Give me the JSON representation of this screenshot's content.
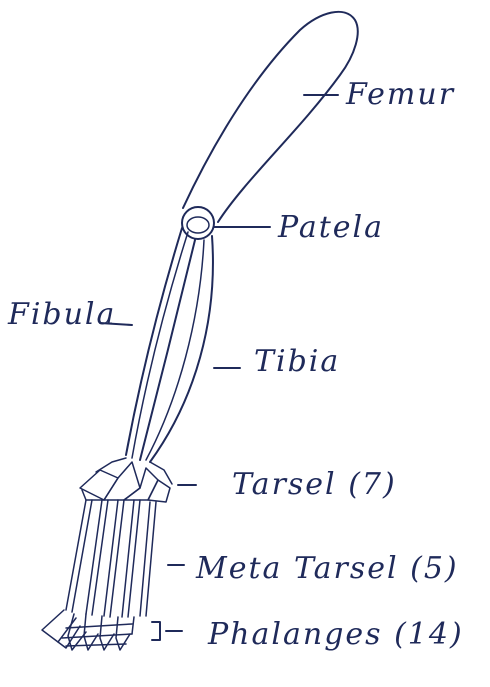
{
  "diagram": {
    "labels": {
      "femur": "Femur",
      "patela": "Patela",
      "fibula": "Fibula",
      "tibia": "Tibia",
      "tarsel": "Tarsel (7)",
      "meta_tarsel": "Meta Tarsel (5)",
      "phalanges": "Phalanges (14)"
    },
    "colors": {
      "ink": "#1f2a5a",
      "paper": "#ffffff"
    }
  }
}
